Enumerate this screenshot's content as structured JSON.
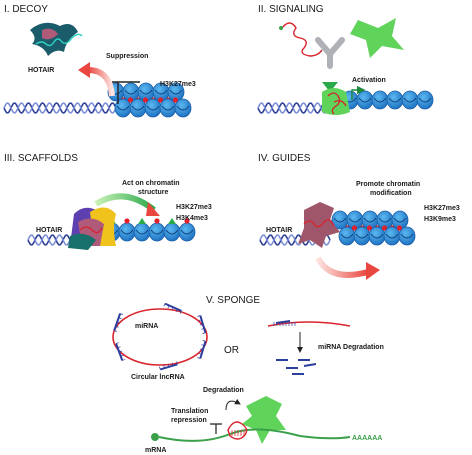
{
  "panels": {
    "decoy": {
      "title": "I. DECOY",
      "hotair": "HOTAIR",
      "suppression": "Suppression",
      "mark": "H3K27me3"
    },
    "signaling": {
      "title": "II. SIGNALING",
      "activation": "Activation"
    },
    "scaffolds": {
      "title": "III. SCAFFOLDS",
      "action_line1": "Act on chromatin",
      "action_line2": "structure",
      "mark1": "H3K27me3",
      "mark2": "H3K4me3",
      "hotair": "HOTAIR"
    },
    "guides": {
      "title": "IV. GUIDES",
      "action_line1": "Promote chromatin",
      "action_line2": "modification",
      "mark1": "H3K27me3",
      "mark2": "H3K9me3",
      "hotair": "HOTAIR"
    },
    "sponge": {
      "title": "V. SPONGE",
      "mirna": "miRNA",
      "circular": "Circular lncRNA",
      "or": "OR",
      "degradation_mirna": "miRNA Degradation",
      "degradation": "Degradation",
      "translation_line1": "Translation",
      "translation_line2": "repression",
      "mrna": "mRNA",
      "polya": "AAAAAA"
    }
  },
  "colors": {
    "dna": "#2c3e94",
    "nucleosome": "#2a8fd6",
    "nucleosome_dark": "#1b5fa8",
    "methyl_mark": "#e0202a",
    "active_mark": "#2aa84a",
    "protein_green": "#5fd35a",
    "protein_teal": "#17706b",
    "protein_rose": "#a0566a",
    "arrow_red": "#e8463e",
    "rna_red": "#d9232b",
    "mrna_green": "#3aa14a",
    "mirna_blue": "#2d3f9e"
  }
}
